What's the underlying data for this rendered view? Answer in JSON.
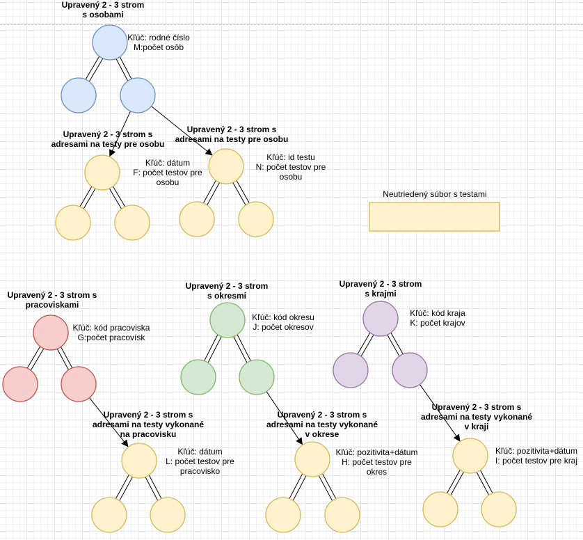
{
  "colors": {
    "blue_fill": "#dae8fc",
    "blue_stroke": "#6c8ebf",
    "yellow_fill": "#fff2cc",
    "yellow_stroke": "#d6b656",
    "red_fill": "#f8cecc",
    "red_stroke": "#b85450",
    "green_fill": "#d5e8d4",
    "green_stroke": "#82b366",
    "purple_fill": "#e1d5e7",
    "purple_stroke": "#9673a6"
  },
  "trees": {
    "persons": {
      "title": "Upravený 2 - 3 strom\ns osobami",
      "note": "Kľúč: rodné číslo\nM:počet osôb"
    },
    "tests_by_date": {
      "title": "Upravený 2 - 3 strom s\nadresami na testy pre osobu",
      "note": "Kľúč: dátum\nF: počet testov pre\nosobu"
    },
    "tests_by_id": {
      "title": "Upravený 2 - 3 strom s\nadresami na testy pre osobu",
      "note": "Kľúč: id testu\nN: počet testov pre\nosobu"
    },
    "workplaces": {
      "title": "Upravený 2 - 3 strom s\npracoviskami",
      "note": "Kľúč: kód pracoviska\nG:počet pracovísk"
    },
    "districts": {
      "title": "Upravený 2 - 3 strom\ns okresmi",
      "note": "Kľúč: kód okresu\nJ: počet okresov"
    },
    "regions": {
      "title": "Upravený 2 - 3 strom\ns krajmi",
      "note": "Kľúč: kód kraja\nK: počet krajov"
    },
    "tests_workplace": {
      "title": "Upravený 2 - 3 strom s\nadresami na testy vykonané\nna pracovisku",
      "note": "Kľúč: dátum\nL: počet testov pre\npracovisko"
    },
    "tests_district": {
      "title": "Upravený 2 - 3 strom s\nadresami na testy vykonané\nv okrese",
      "note": "Kľúč: pozitivita+dátum\nH: počet testov pre\nokres"
    },
    "tests_region": {
      "title": "Upravený 2 - 3 strom s\nadresami na testy vykonané\nv kraji",
      "note": "Kľúč: pozitivita+dátum\nI: počet testov pre kraj"
    }
  },
  "file": {
    "label": "Neutriedený súbor s testami"
  }
}
